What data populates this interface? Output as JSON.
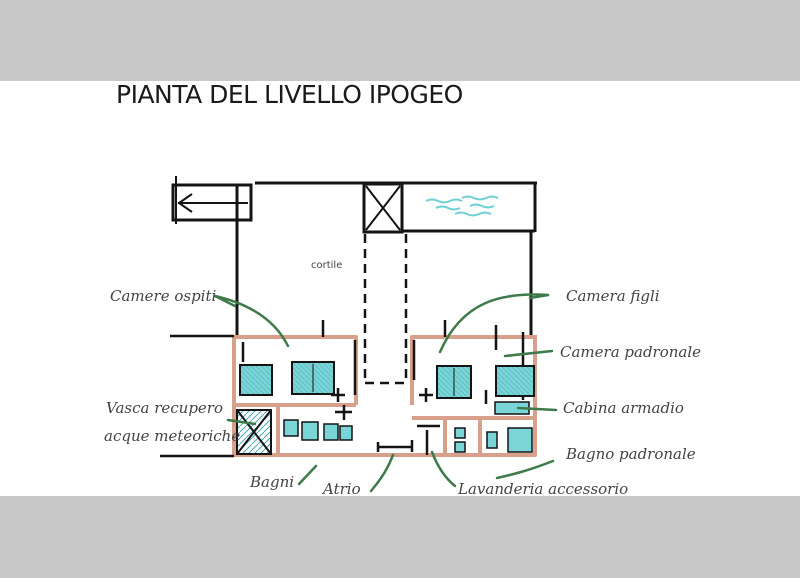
{
  "title": "PIANTA DEL LIVELLO IPOGEO",
  "labels": {
    "cortile": "cortile",
    "camere_ospiti": "Camere ospiti",
    "camera_figli": "Camera figli",
    "camera_padronale": "Camera padronale",
    "vasca_1": "Vasca recupero",
    "vasca_2": "acque meteoriche",
    "cabina_armadio": "Cabina armadio",
    "bagno_padronale": "Bagno padronale",
    "bagni": "Bagni",
    "atrio": "Atrio",
    "lavanderia": "Lavanderia accessorio"
  },
  "colors": {
    "wall": "#141414",
    "outline": "#d8a08a",
    "leader": "#3e7a4a",
    "water": "#6fd0d4",
    "background": "#c8c8c8",
    "panel": "#ffffff"
  },
  "icons": [
    "arrow-left-icon",
    "cross-box-icon",
    "water-waves-icon"
  ]
}
